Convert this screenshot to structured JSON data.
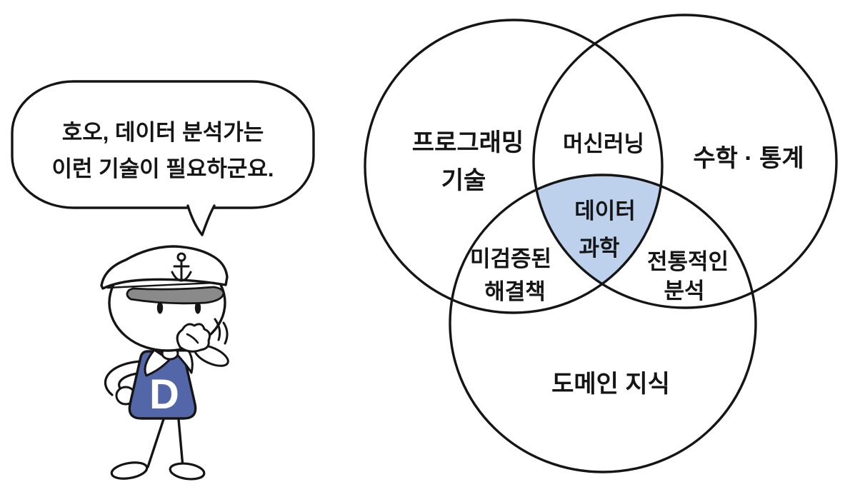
{
  "speech_bubble": {
    "line1": "호오, 데이터 분석가는",
    "line2": "이런 기술이 필요하군요."
  },
  "character": {
    "badge_letter": "D"
  },
  "venn": {
    "type": "venn-3",
    "sets": [
      {
        "id": "programming",
        "label_lines": [
          "프로그래밍",
          "기술"
        ]
      },
      {
        "id": "math-stats",
        "label_lines": [
          "수학 · 통계"
        ]
      },
      {
        "id": "domain",
        "label_lines": [
          "도메인 지식"
        ]
      }
    ],
    "intersections": [
      {
        "id": "machine-learning",
        "label_lines": [
          "머신러닝"
        ],
        "highlighted": false
      },
      {
        "id": "unverified-solutions",
        "label_lines": [
          "미검증된",
          "해결책"
        ],
        "highlighted": false
      },
      {
        "id": "traditional-analysis",
        "label_lines": [
          "전통적인",
          "분석"
        ],
        "highlighted": false
      },
      {
        "id": "data-science",
        "label_lines": [
          "데이터",
          "과학"
        ],
        "highlighted": true
      }
    ]
  },
  "colors": {
    "ink": "#151515",
    "highlight_fill": "#bdd1ec",
    "vest_blue": "#5367a8",
    "hat_visor_gray": "#8a8a8a"
  }
}
